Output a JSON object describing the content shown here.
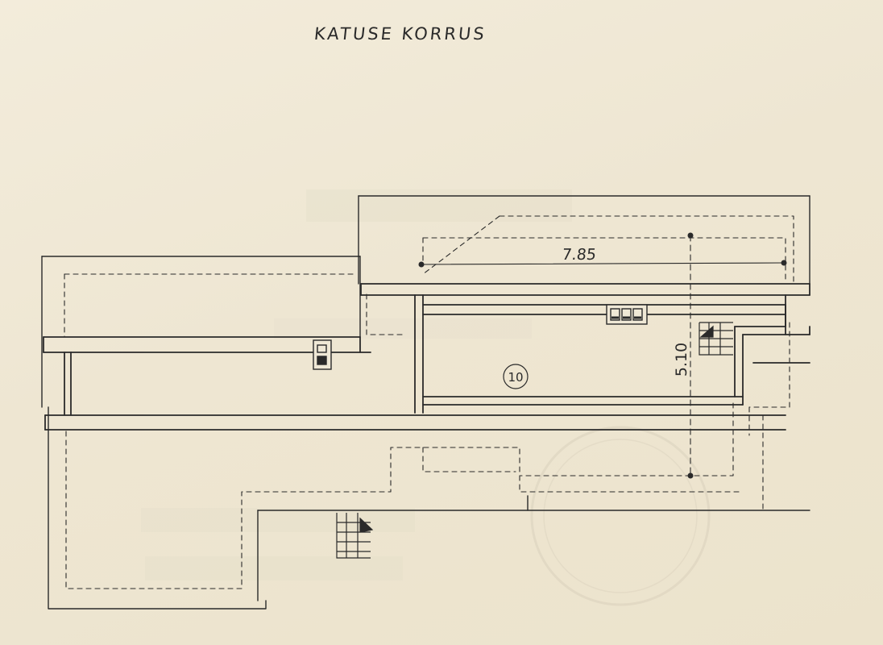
{
  "plan": {
    "title": "KATUSE KORRUS",
    "room_number": "10",
    "dimensions": {
      "width": "7.85",
      "depth": "5.10"
    }
  },
  "colors": {
    "paper": "#efe8d6",
    "ink": "#2a2a2a",
    "stamp": "#d6cdbb"
  }
}
